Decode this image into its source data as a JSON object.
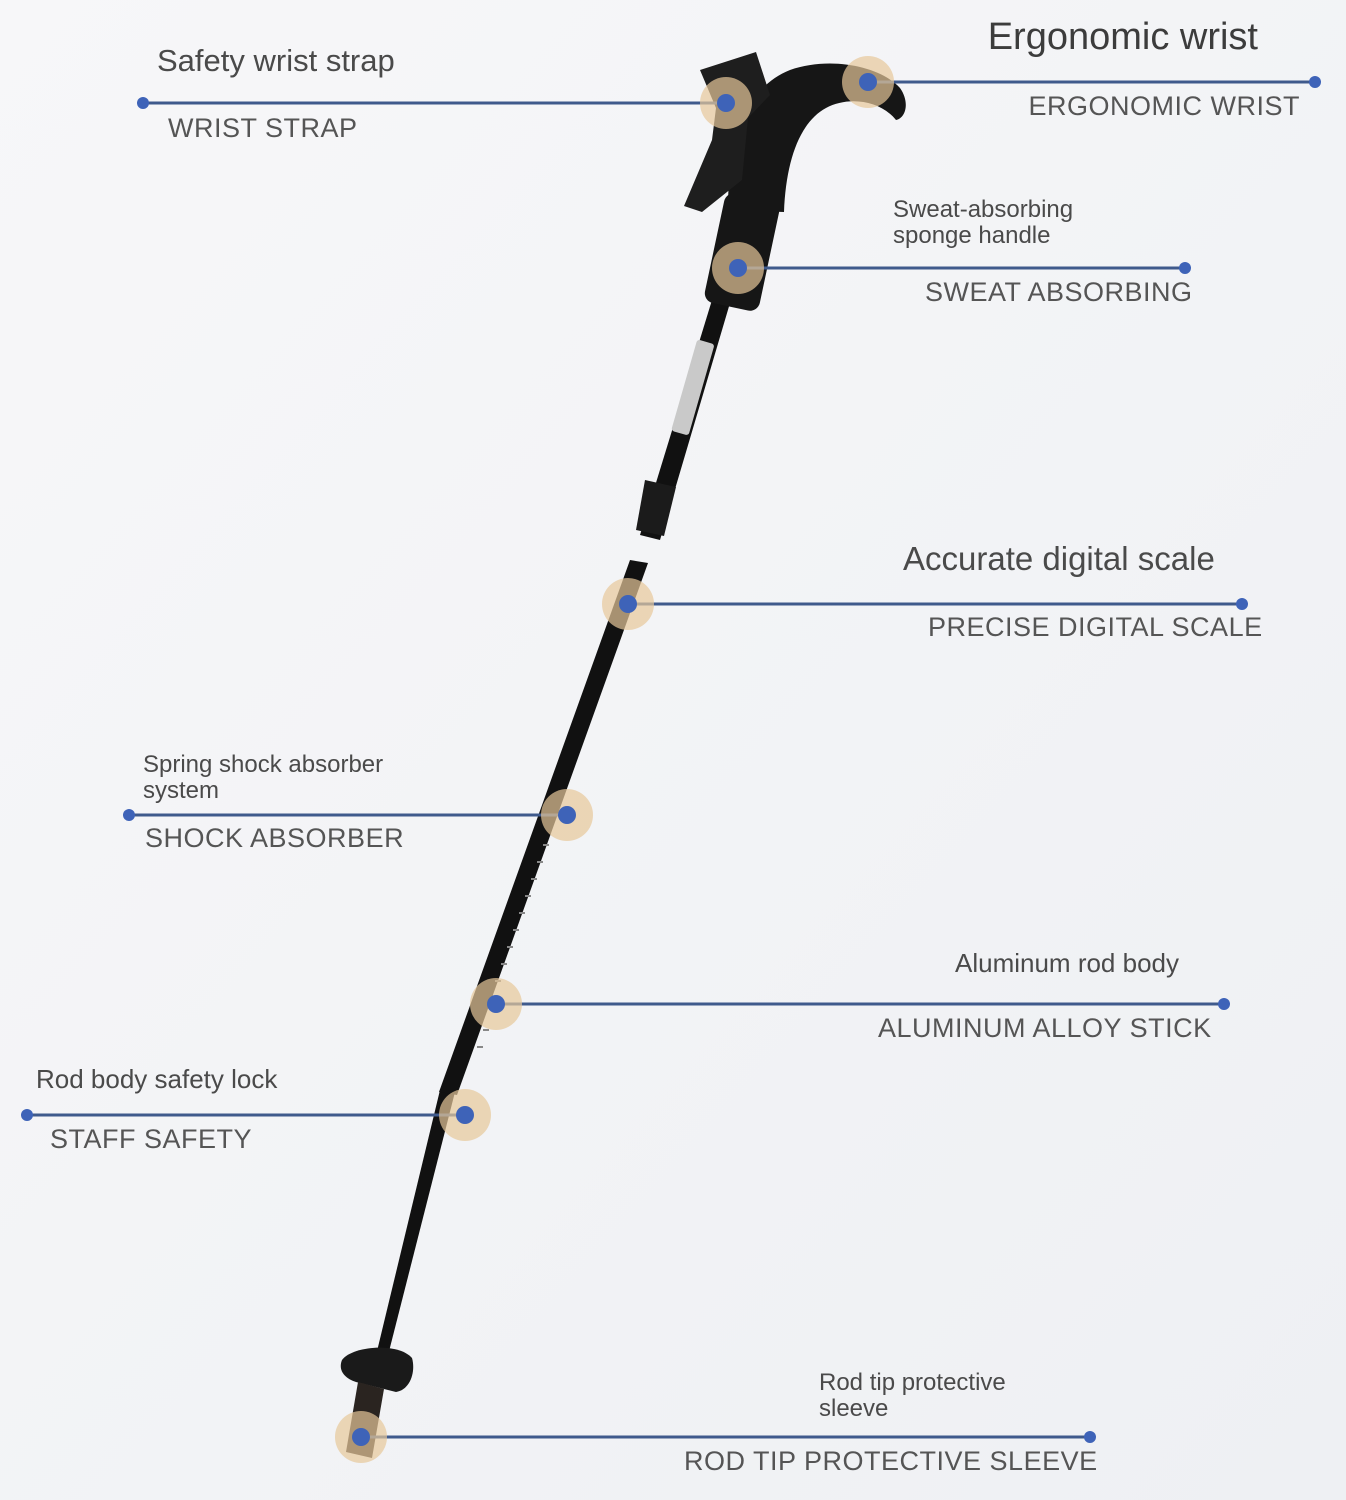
{
  "colors": {
    "background": "#f3f4f6",
    "leader_line": "#3f5a8c",
    "dot": "#3e63b8",
    "dot_halo": "#e7c79a",
    "pole": "#111111"
  },
  "callouts": [
    {
      "id": "wrist-strap",
      "title": "Safety wrist strap",
      "subtitle": "WRIST STRAP"
    },
    {
      "id": "ergonomic-wrist",
      "title": "Ergonomic wrist",
      "subtitle": "ERGONOMIC WRIST"
    },
    {
      "id": "sweat-absorbing",
      "title": "Sweat-absorbing\nsponge handle",
      "subtitle": "SWEAT ABSORBING"
    },
    {
      "id": "digital-scale",
      "title": "Accurate digital scale",
      "subtitle": "PRECISE DIGITAL SCALE"
    },
    {
      "id": "shock-absorber",
      "title": "Spring shock absorber\nsystem",
      "subtitle": "SHOCK ABSORBER"
    },
    {
      "id": "aluminum-rod",
      "title": "Aluminum rod body",
      "subtitle": "ALUMINUM ALLOY STICK"
    },
    {
      "id": "safety-lock",
      "title": "Rod body safety lock",
      "subtitle": "STAFF SAFETY"
    },
    {
      "id": "tip-sleeve",
      "title": "Rod tip protective\nsleeve",
      "subtitle": "ROD TIP PROTECTIVE SLEEVE"
    }
  ]
}
